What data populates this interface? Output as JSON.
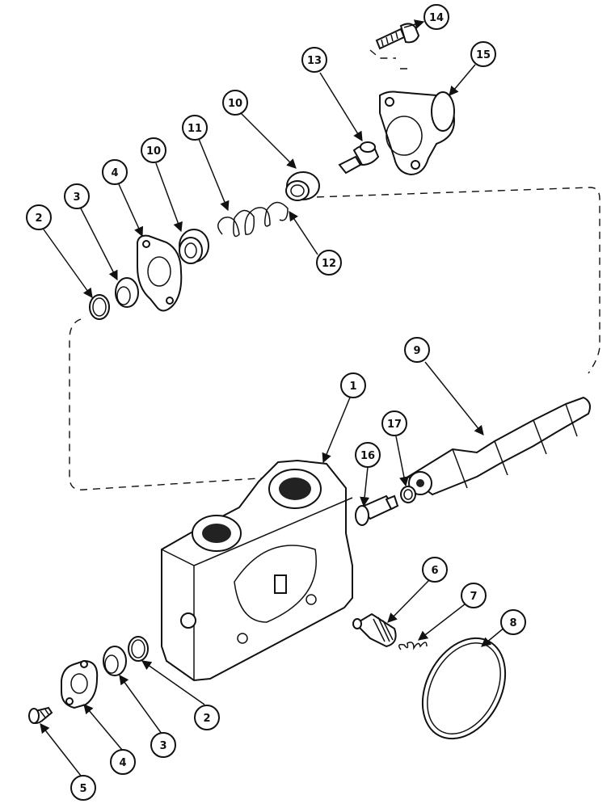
{
  "callouts": {
    "c1": "1",
    "c2a": "2",
    "c2b": "2",
    "c3a": "3",
    "c3b": "3",
    "c4a": "4",
    "c4b": "4",
    "c5": "5",
    "c6": "6",
    "c7": "7",
    "c8": "8",
    "c9": "9",
    "c10a": "10",
    "c10b": "10",
    "c11": "11",
    "c12": "12",
    "c13": "13",
    "c14": "14",
    "c15": "15",
    "c16": "16",
    "c17": "17"
  }
}
